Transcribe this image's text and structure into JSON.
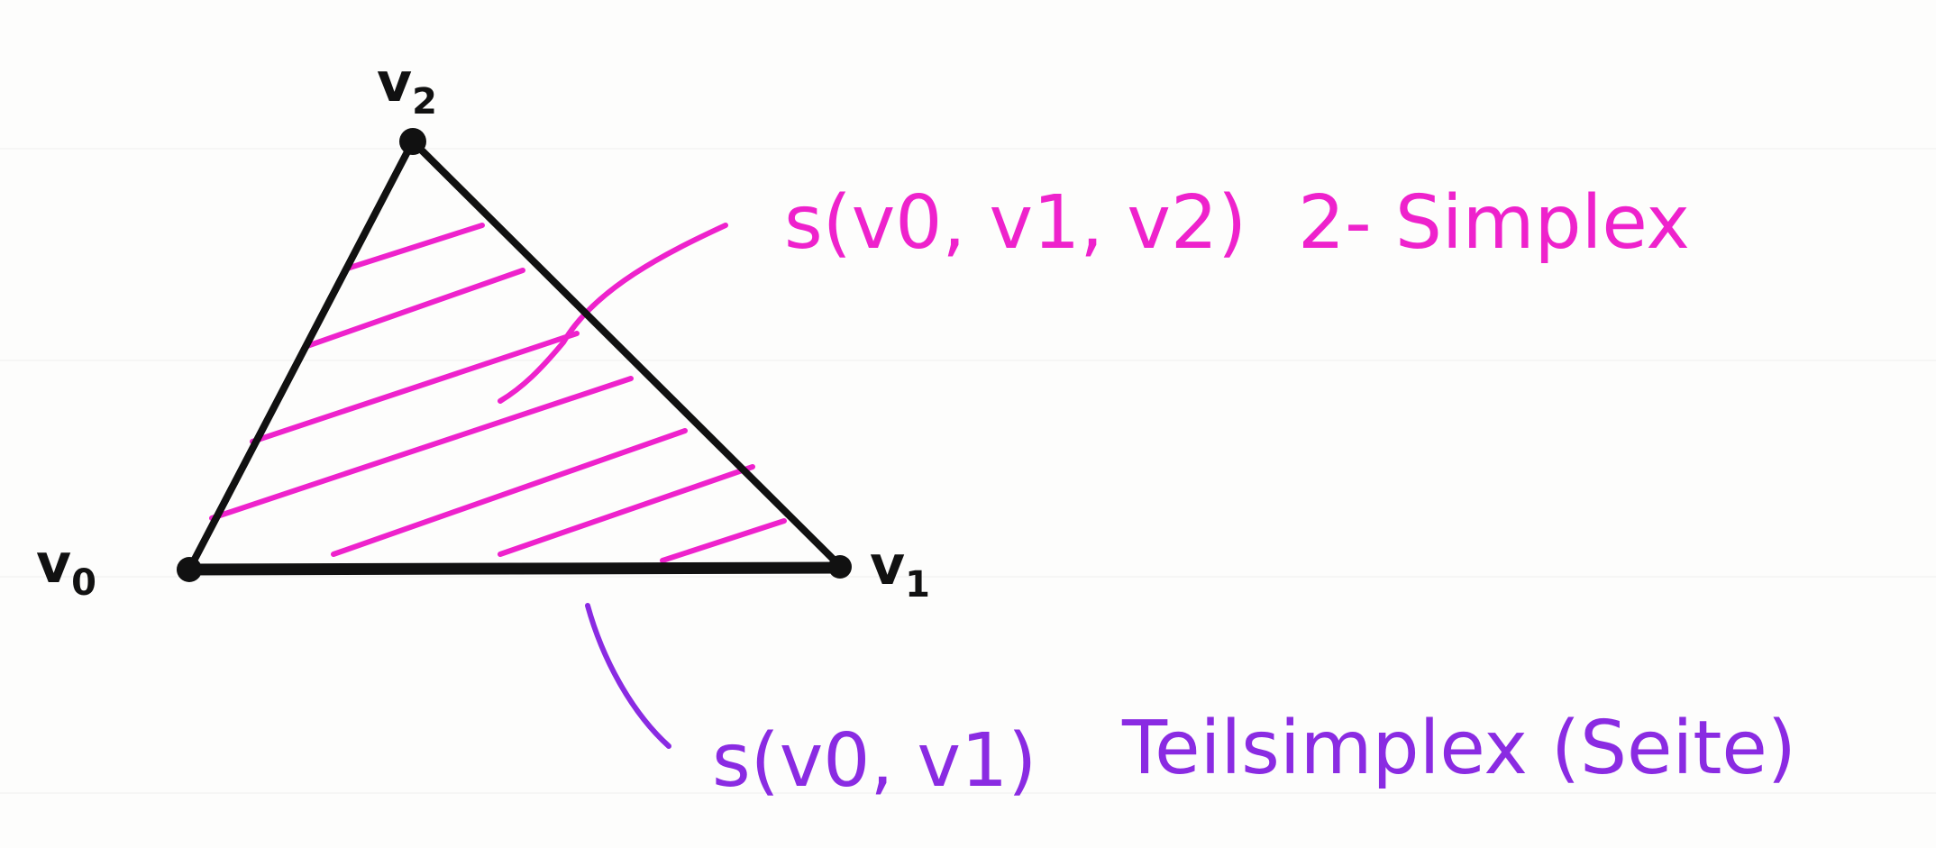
{
  "vertices": {
    "v0": {
      "base": "v",
      "sub": "0"
    },
    "v1": {
      "base": "v",
      "sub": "1"
    },
    "v2": {
      "base": "v",
      "sub": "2"
    }
  },
  "annotations": {
    "simplex": {
      "expression": "s(v0, v1, v2)",
      "name": "2- Simplex"
    },
    "face": {
      "expression": "s(v0, v1)",
      "name": "Teilsimplex (Seite)"
    }
  },
  "colors": {
    "edges": "#111111",
    "hatch": "#ee22cc",
    "simplex_label": "#ee22cc",
    "face_label": "#8a2be2",
    "paper": "#fdfdfc"
  },
  "icons": {
    "vertex_marker": "filled-dot"
  }
}
